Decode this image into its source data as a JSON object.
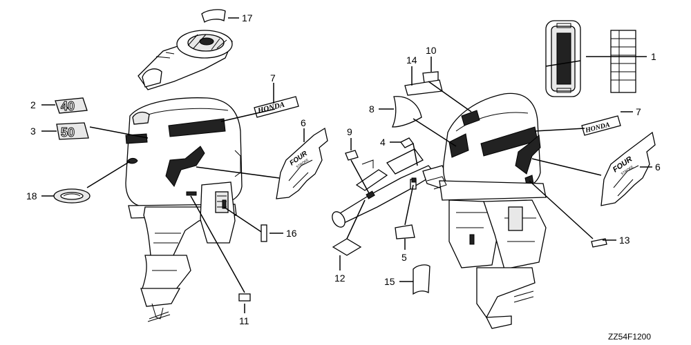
{
  "diagram": {
    "drawing_code": "ZZ54F1200",
    "callouts": [
      {
        "id": "c1",
        "label": "1"
      },
      {
        "id": "c2",
        "label": "2"
      },
      {
        "id": "c3",
        "label": "3"
      },
      {
        "id": "c4",
        "label": "4"
      },
      {
        "id": "c5",
        "label": "5"
      },
      {
        "id": "c6a",
        "label": "6"
      },
      {
        "id": "c6b",
        "label": "6"
      },
      {
        "id": "c7a",
        "label": "7"
      },
      {
        "id": "c7b",
        "label": "7"
      },
      {
        "id": "c8",
        "label": "8"
      },
      {
        "id": "c9",
        "label": "9"
      },
      {
        "id": "c10",
        "label": "10"
      },
      {
        "id": "c11",
        "label": "11"
      },
      {
        "id": "c12",
        "label": "12"
      },
      {
        "id": "c13",
        "label": "13"
      },
      {
        "id": "c14",
        "label": "14"
      },
      {
        "id": "c15",
        "label": "15"
      },
      {
        "id": "c16",
        "label": "16"
      },
      {
        "id": "c17",
        "label": "17"
      },
      {
        "id": "c18",
        "label": "18"
      }
    ],
    "emblem_text": {
      "model_40": "40",
      "model_50": "50",
      "brand": "HONDA",
      "four_stroke_top": "FOUR",
      "four_stroke_bottom": "STROKE"
    }
  }
}
